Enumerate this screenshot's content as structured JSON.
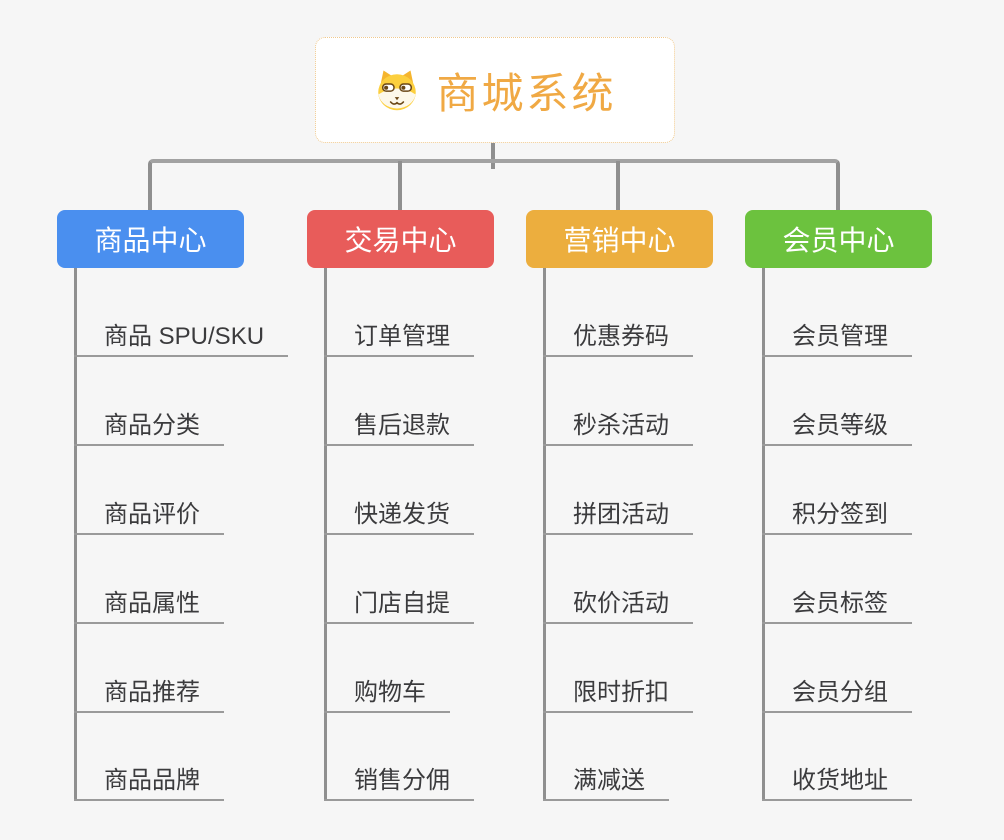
{
  "root": {
    "title": "商城系统",
    "icon": "shiba-dog-icon",
    "text_color": "#f0a944",
    "border_color": "#f0c98e"
  },
  "branches": [
    {
      "label": "商品中心",
      "color": "#4a8fef",
      "items": [
        "商品 SPU/SKU",
        "商品分类",
        "商品评价",
        "商品属性",
        "商品推荐",
        "商品品牌"
      ]
    },
    {
      "label": "交易中心",
      "color": "#e85c5a",
      "items": [
        "订单管理",
        "售后退款",
        "快递发货",
        "门店自提",
        "购物车",
        "销售分佣"
      ]
    },
    {
      "label": "营销中心",
      "color": "#ecae3e",
      "items": [
        "优惠券码",
        "秒杀活动",
        "拼团活动",
        "砍价活动",
        "限时折扣",
        "满减送"
      ]
    },
    {
      "label": "会员中心",
      "color": "#6cc23e",
      "items": [
        "会员管理",
        "会员等级",
        "积分签到",
        "会员标签",
        "会员分组",
        "收货地址"
      ]
    }
  ],
  "style": {
    "background": "#f6f6f6",
    "connector_color": "#8f8f8f",
    "bus_color": "#a2a2a2",
    "underline_color": "#9a9a9a",
    "leaf_text_color": "#3b3b3d",
    "header_text_color": "#ffffff"
  }
}
